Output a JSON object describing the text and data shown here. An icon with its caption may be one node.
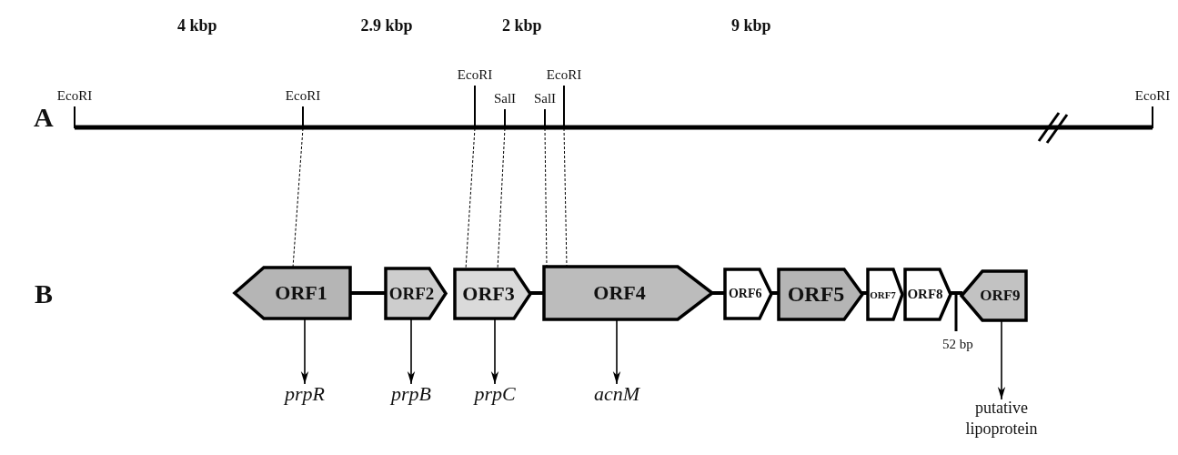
{
  "diagram": {
    "nodes": [
      {
        "text": [
          "EcoRI"
        ]
      },
      {
        "text": [
          "EcoRI"
        ]
      },
      {
        "text": [
          "EcoRI"
        ]
      },
      {
        "text": [
          "SalI"
        ]
      },
      {
        "text": [
          "SalI"
        ]
      },
      {
        "text": [
          "EcoRI"
        ]
      },
      {
        "text": [
          "EcoRI"
        ]
      },
      {
        "text": [
          "ORF1"
        ]
      },
      {
        "text": [
          "ORF2"
        ]
      },
      {
        "text": [
          "ORF3"
        ]
      },
      {
        "text": [
          "ORF4"
        ]
      },
      {
        "text": [
          "ORF6"
        ]
      },
      {
        "text": [
          "ORF5"
        ]
      },
      {
        "text": [
          "ORF7"
        ]
      },
      {
        "text": [
          "ORF8"
        ]
      },
      {
        "text": [
          "ORF9"
        ]
      },
      {
        "text": [
          "prpR"
        ]
      },
      {
        "text": [
          "prpB"
        ]
      },
      {
        "text": [
          "prpC"
        ]
      },
      {
        "text": [
          "acnM"
        ]
      },
      {
        "text": [
          "putative lipoprotein"
        ]
      }
    ],
    "edges": [
      {
        "from": 1,
        "to": 7,
        "arrow": "none",
        "style": "dashed"
      },
      {
        "from": 2,
        "to": 9,
        "arrow": "none",
        "style": "dashed"
      },
      {
        "from": 3,
        "to": 9,
        "arrow": "none",
        "style": "dashed"
      },
      {
        "from": 4,
        "to": 10,
        "arrow": "none",
        "style": "dashed"
      },
      {
        "from": 5,
        "to": 10,
        "arrow": "none",
        "style": "dashed"
      },
      {
        "from": 7,
        "to": 16,
        "arrow": "to"
      },
      {
        "from": 8,
        "to": 17,
        "arrow": "to"
      },
      {
        "from": 9,
        "to": 18,
        "arrow": "to"
      },
      {
        "from": 10,
        "to": 19,
        "arrow": "to"
      },
      {
        "from": 15,
        "to": 20,
        "arrow": "to"
      },
      {
        "from": 0,
        "to": 1,
        "arrow": "none"
      },
      {
        "from": 1,
        "to": 2,
        "arrow": "none"
      },
      {
        "from": 2,
        "to": 3,
        "arrow": "none"
      },
      {
        "from": 3,
        "to": 4,
        "arrow": "none"
      },
      {
        "from": 4,
        "to": 5,
        "arrow": "none"
      },
      {
        "from": 5,
        "to": 6,
        "arrow": "none"
      },
      {
        "from": 7,
        "to": 8,
        "arrow": "none"
      },
      {
        "from": 9,
        "to": 10,
        "arrow": "none"
      },
      {
        "from": 10,
        "to": 11,
        "arrow": "none"
      },
      {
        "from": 11,
        "to": 12,
        "arrow": "none"
      },
      {
        "from": 12,
        "to": 13,
        "arrow": "none"
      },
      {
        "from": 14,
        "to": 15,
        "arrow": "none"
      }
    ],
    "labels": [
      "4 kbp",
      "2.9 kbp",
      "2 kbp",
      "9 kbp",
      "A",
      "B",
      "52 bp"
    ]
  }
}
